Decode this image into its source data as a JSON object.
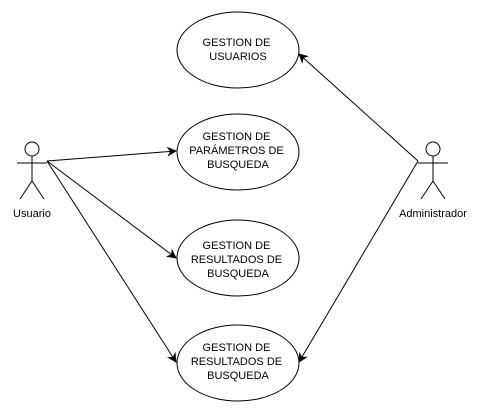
{
  "actors": {
    "user": {
      "label": "Usuario"
    },
    "admin": {
      "label": "Administrador"
    }
  },
  "use_cases": [
    {
      "lines": [
        "GESTION DE",
        "USUARIOS"
      ]
    },
    {
      "lines": [
        "GESTION DE",
        "PARÁMETROS DE",
        "BUSQUEDA"
      ]
    },
    {
      "lines": [
        "GESTION DE",
        "RESULTADOS DE",
        "BUSQUEDA"
      ]
    },
    {
      "lines": [
        "GESTION DE",
        "RESULTADOS DE",
        "BUSQUEDA"
      ]
    }
  ],
  "colors": {
    "stroke": "#000000",
    "background": "#ffffff"
  }
}
